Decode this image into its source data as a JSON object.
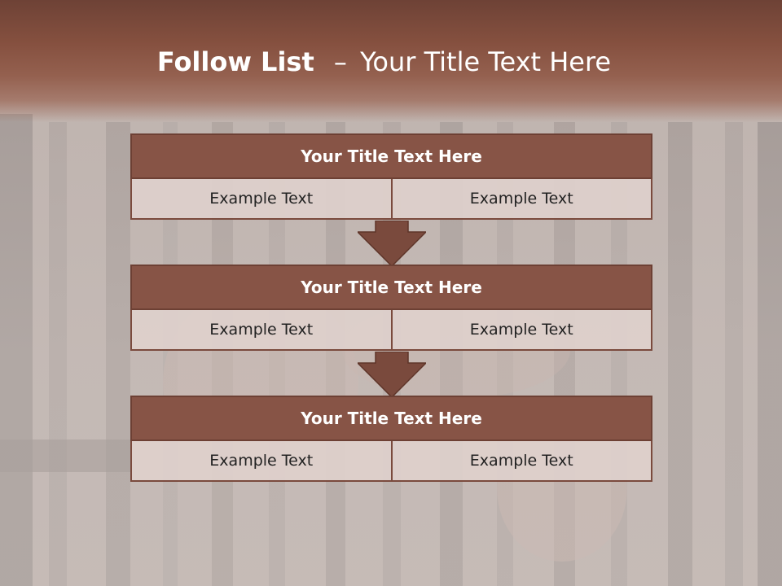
{
  "title": {
    "bold": "Follow List",
    "separator": "–",
    "rest": "Your Title Text Here"
  },
  "blocks": [
    {
      "title": "Your Title Text Here",
      "cells": [
        "Example Text",
        "Example Text"
      ]
    },
    {
      "title": "Your Title Text Here",
      "cells": [
        "Example Text",
        "Example Text"
      ]
    },
    {
      "title": "Your Title Text Here",
      "cells": [
        "Example Text",
        "Example Text"
      ]
    }
  ],
  "colors": {
    "header": "#85503f",
    "block_title": "#875446",
    "cell": "#ded0cc",
    "arrow": "#7a4a3d",
    "text_light": "#ffffff",
    "text_dark": "#222222"
  }
}
